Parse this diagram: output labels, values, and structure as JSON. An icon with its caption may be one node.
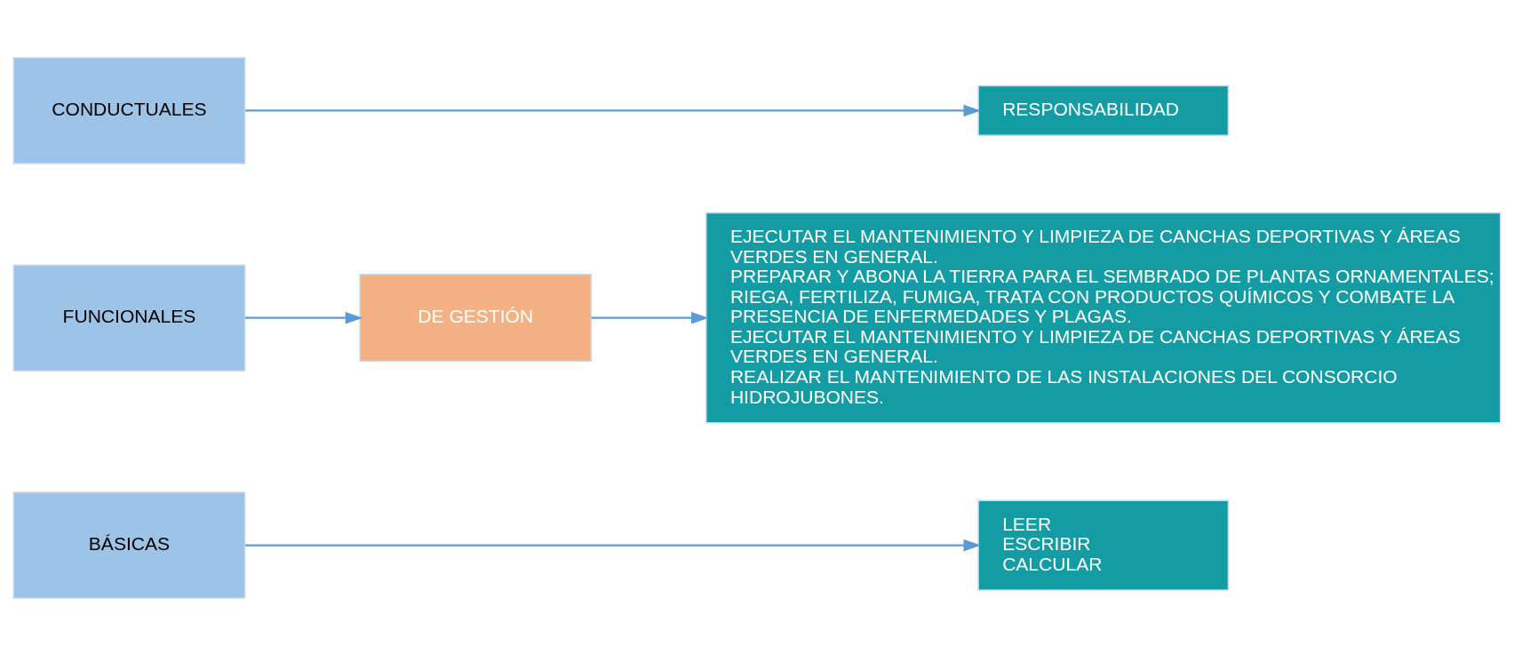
{
  "diagram": {
    "nodes": [
      {
        "text": [
          "BÁSICAS"
        ]
      },
      {
        "text": [
          "LEER",
          "ESCRIBIR",
          "CALCULAR"
        ]
      },
      {
        "text": [
          "FUNCIONALES"
        ]
      },
      {
        "text": [
          "DE GESTIÓN"
        ]
      },
      {
        "text": [
          "EJECUTAR EL MANTENIMIENTO Y LIMPIEZA DE CANCHAS DEPORTIVAS Y ÁREAS VERDES EN GENERAL.",
          "PREPARAR Y ABONA LA TIERRA PARA EL SEMBRADO DE PLANTAS ORNAMENTALES; RIEGA, FERTILIZA, FUMIGA, TRATA CON PRODUCTOS QUÍMICOS Y COMBATE LA PRESENCIA DE ENFERMEDADES Y PLAGAS.",
          "EJECUTAR EL MANTENIMIENTO Y LIMPIEZA DE CANCHAS DEPORTIVAS Y ÁREAS VERDES EN GENERAL.",
          "REALIZAR EL MANTENIMIENTO DE LAS INSTALACIONES DEL CONSORCIO HIDROJUBONES."
        ]
      },
      {
        "text": [
          "CONDUCTUALES"
        ]
      },
      {
        "text": [
          "RESPONSABILIDAD"
        ]
      }
    ],
    "edges": [
      {
        "from": 0,
        "to": 1,
        "arrow": "to"
      },
      {
        "from": 2,
        "to": 3,
        "arrow": "to"
      },
      {
        "from": 3,
        "to": 4,
        "arrow": "to"
      },
      {
        "from": 5,
        "to": 6,
        "arrow": "to"
      }
    ]
  }
}
